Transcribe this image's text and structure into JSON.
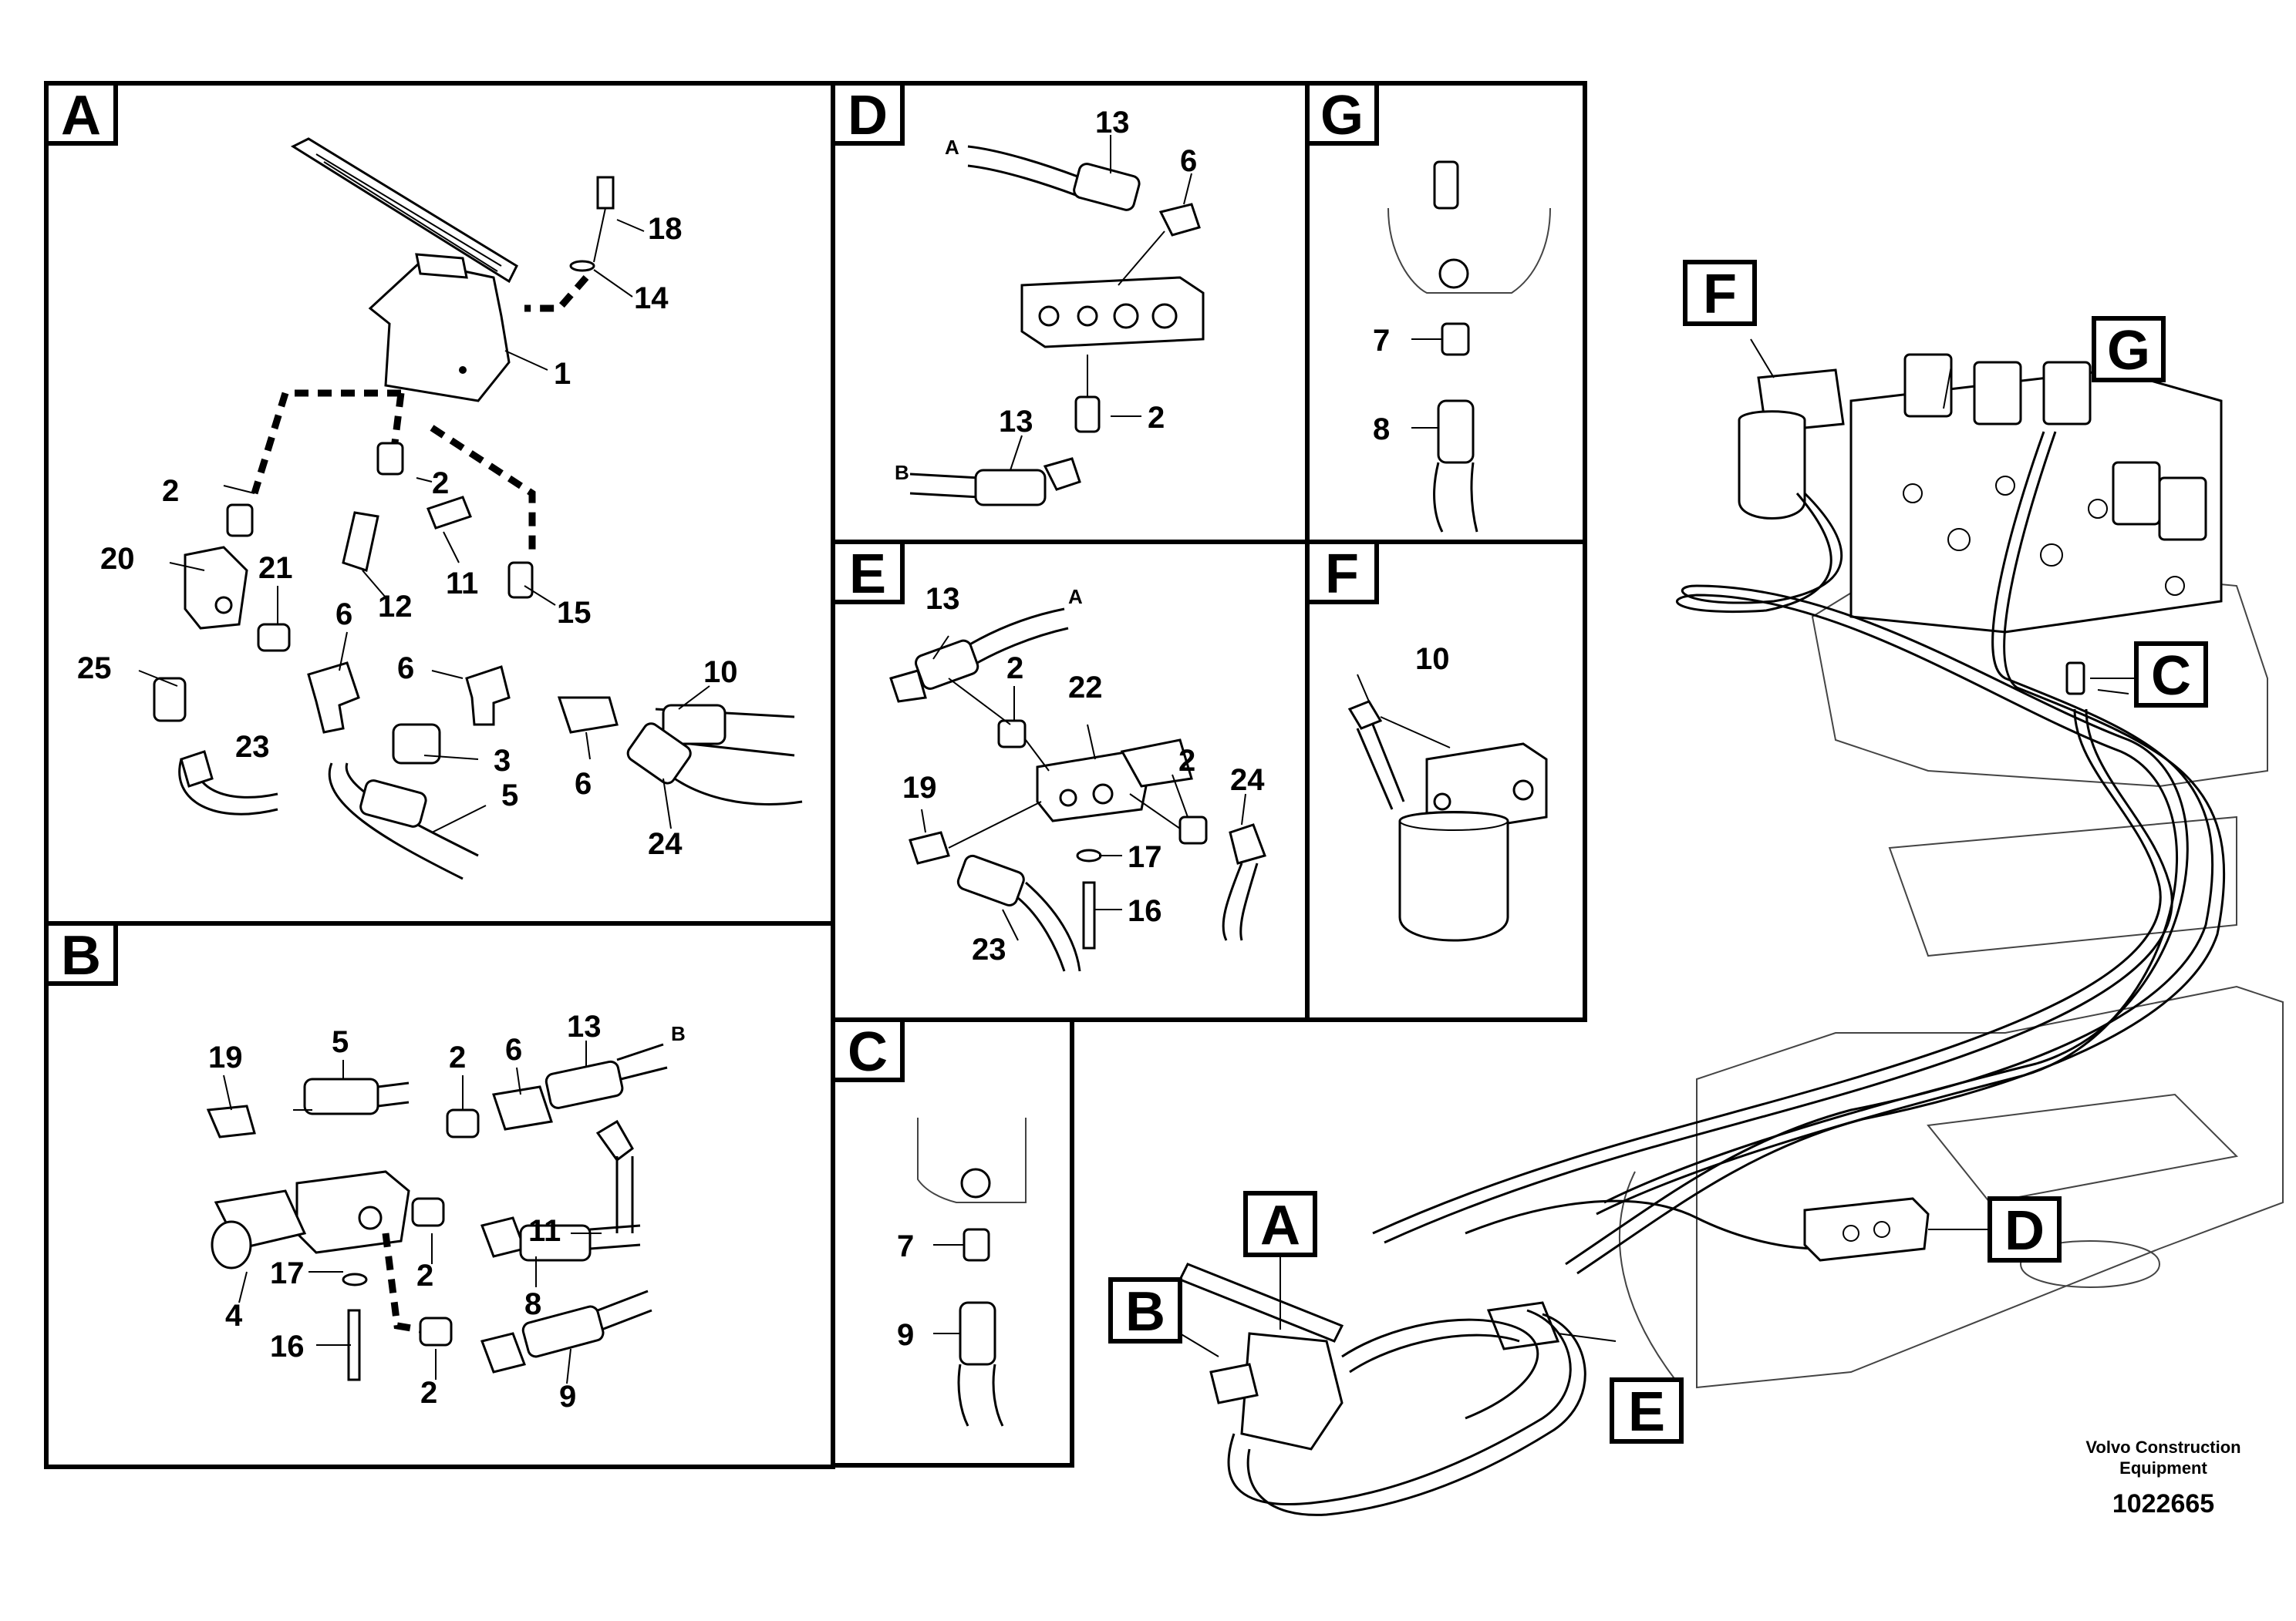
{
  "panels": {
    "A": {
      "letter": "A",
      "callouts": [
        "18",
        "14",
        "1",
        "2",
        "2",
        "11",
        "12",
        "15",
        "20",
        "21",
        "25",
        "6",
        "6",
        "10",
        "23",
        "5",
        "3",
        "6",
        "24"
      ]
    },
    "B": {
      "letter": "B",
      "callouts": [
        "19",
        "5",
        "2",
        "6",
        "13",
        "11",
        "17",
        "2",
        "8",
        "4",
        "16",
        "2",
        "9"
      ],
      "hose_end": "B"
    },
    "C": {
      "letter": "C",
      "callouts": [
        "7",
        "9"
      ]
    },
    "D": {
      "letter": "D",
      "callouts": [
        "13",
        "6",
        "13",
        "2"
      ],
      "hose_ends": [
        "A",
        "B"
      ]
    },
    "E": {
      "letter": "E",
      "callouts": [
        "13",
        "2",
        "22",
        "19",
        "2",
        "24",
        "17",
        "16",
        "23"
      ],
      "hose_end": "A"
    },
    "F": {
      "letter": "F",
      "callouts": [
        "10"
      ]
    },
    "G": {
      "letter": "G",
      "callouts": [
        "7",
        "8"
      ]
    }
  },
  "overview_tags": [
    "F",
    "G",
    "C",
    "A",
    "B",
    "E",
    "D"
  ],
  "footer": {
    "brand_line1": "Volvo Construction",
    "brand_line2": "Equipment",
    "doc_number": "1022665"
  }
}
